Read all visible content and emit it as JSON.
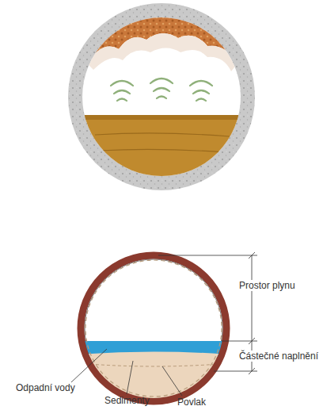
{
  "diagram": {
    "labels": [
      "Prostor plynu",
      "Částečné naplnění",
      "Odpadní vody",
      "Sedimenty",
      "Povlak"
    ]
  }
}
